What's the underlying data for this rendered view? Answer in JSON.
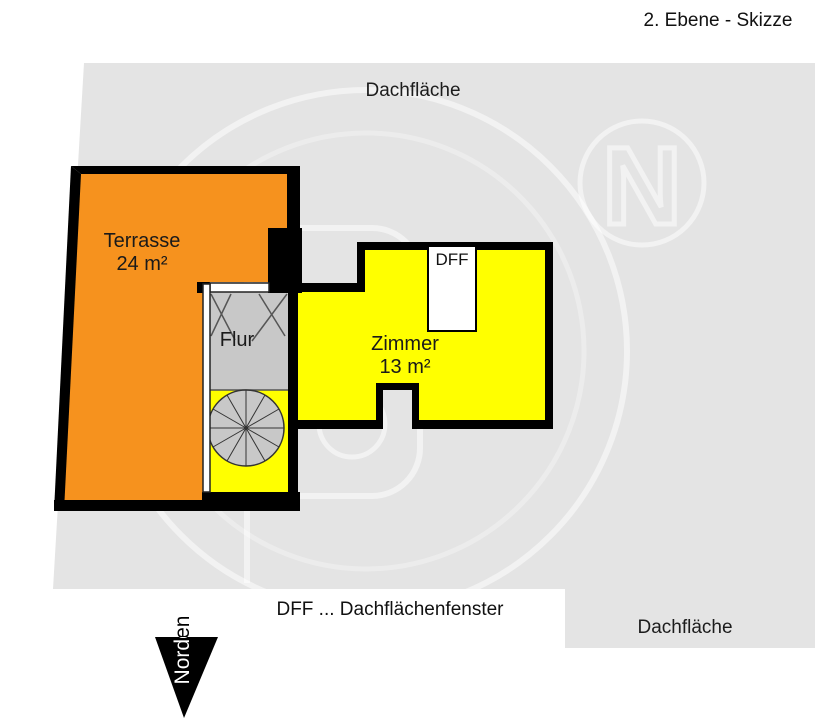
{
  "title": "2. Ebene - Skizze",
  "roof": {
    "label_top": "Dachfläche",
    "label_bottom": "Dachfläche"
  },
  "rooms": {
    "terrace": {
      "label": "Terrasse",
      "area": "24 m²"
    },
    "hallway": {
      "label": "Flur"
    },
    "room": {
      "label": "Zimmer",
      "area": "13 m²"
    },
    "skylight": {
      "label": "DFF"
    }
  },
  "legend": {
    "text": "DFF ... Dachflächenfenster"
  },
  "north": {
    "label": "Norden"
  },
  "watermark": {
    "letter": "N"
  },
  "colors": {
    "terrace": "#F6921E",
    "room_yellow": "#FFFF00",
    "hallway_gray": "#C8C8C8",
    "roof_gray": "#E4E4E4",
    "wall": "#000000",
    "window": "#FFFFFF",
    "stair": "#C8C8C8"
  }
}
